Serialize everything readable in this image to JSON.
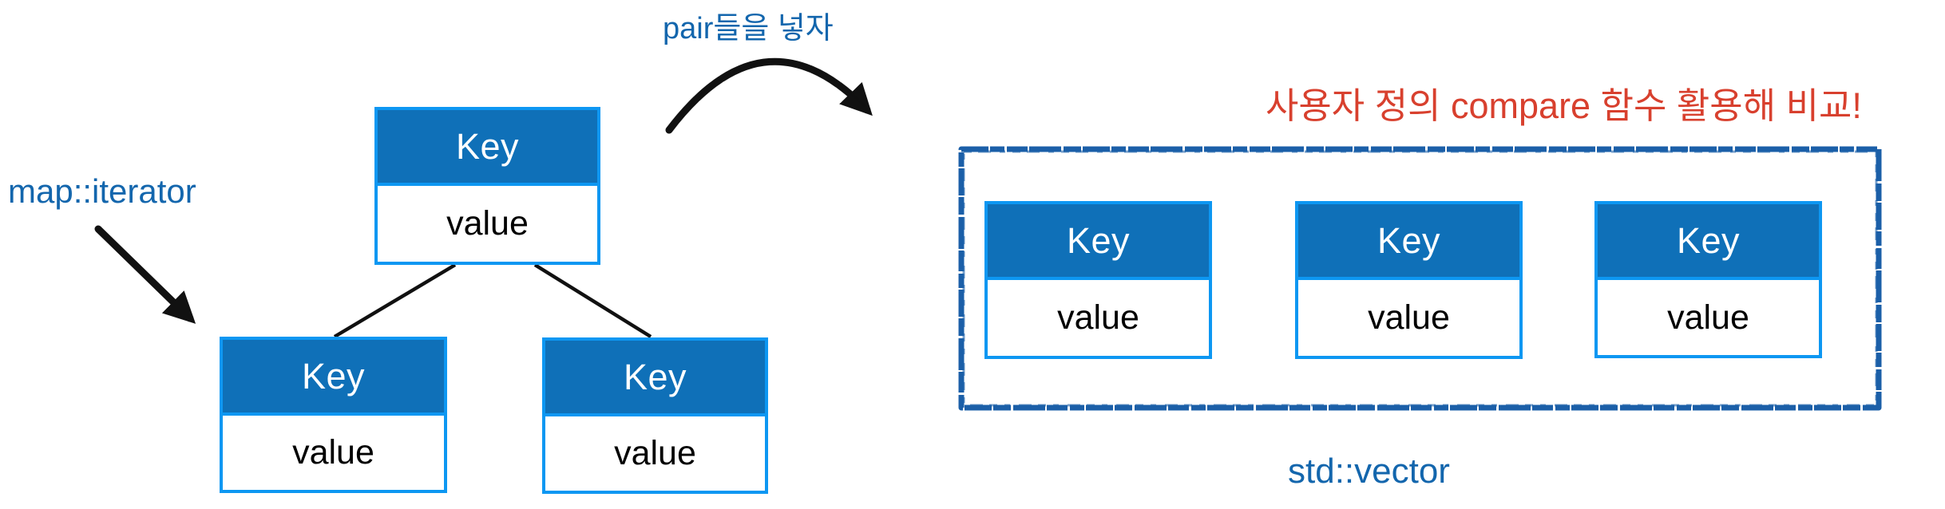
{
  "annotations": {
    "pair_insert": "pair들을 넣자",
    "map_iterator": "map::iterator",
    "compare_note": "사용자 정의 compare 함수 활용해 비교!",
    "std_vector": "std::vector"
  },
  "tree": {
    "nodes": [
      {
        "role": "root",
        "key": "Key",
        "value": "value"
      },
      {
        "role": "left-child",
        "key": "Key",
        "value": "value"
      },
      {
        "role": "right-child",
        "key": "Key",
        "value": "value"
      }
    ]
  },
  "vector": {
    "items": [
      {
        "key": "Key",
        "value": "value"
      },
      {
        "key": "Key",
        "value": "value"
      },
      {
        "key": "Key",
        "value": "value"
      }
    ]
  },
  "colors": {
    "box_border": "#0d97f2",
    "key_fill": "#0f70b8",
    "key_text": "#ffffff",
    "value_text": "#000000",
    "annotation_blue": "#1366ad",
    "annotation_red": "#d8402e",
    "container_border": "#1b5fa8",
    "arrow_black": "#111111"
  }
}
